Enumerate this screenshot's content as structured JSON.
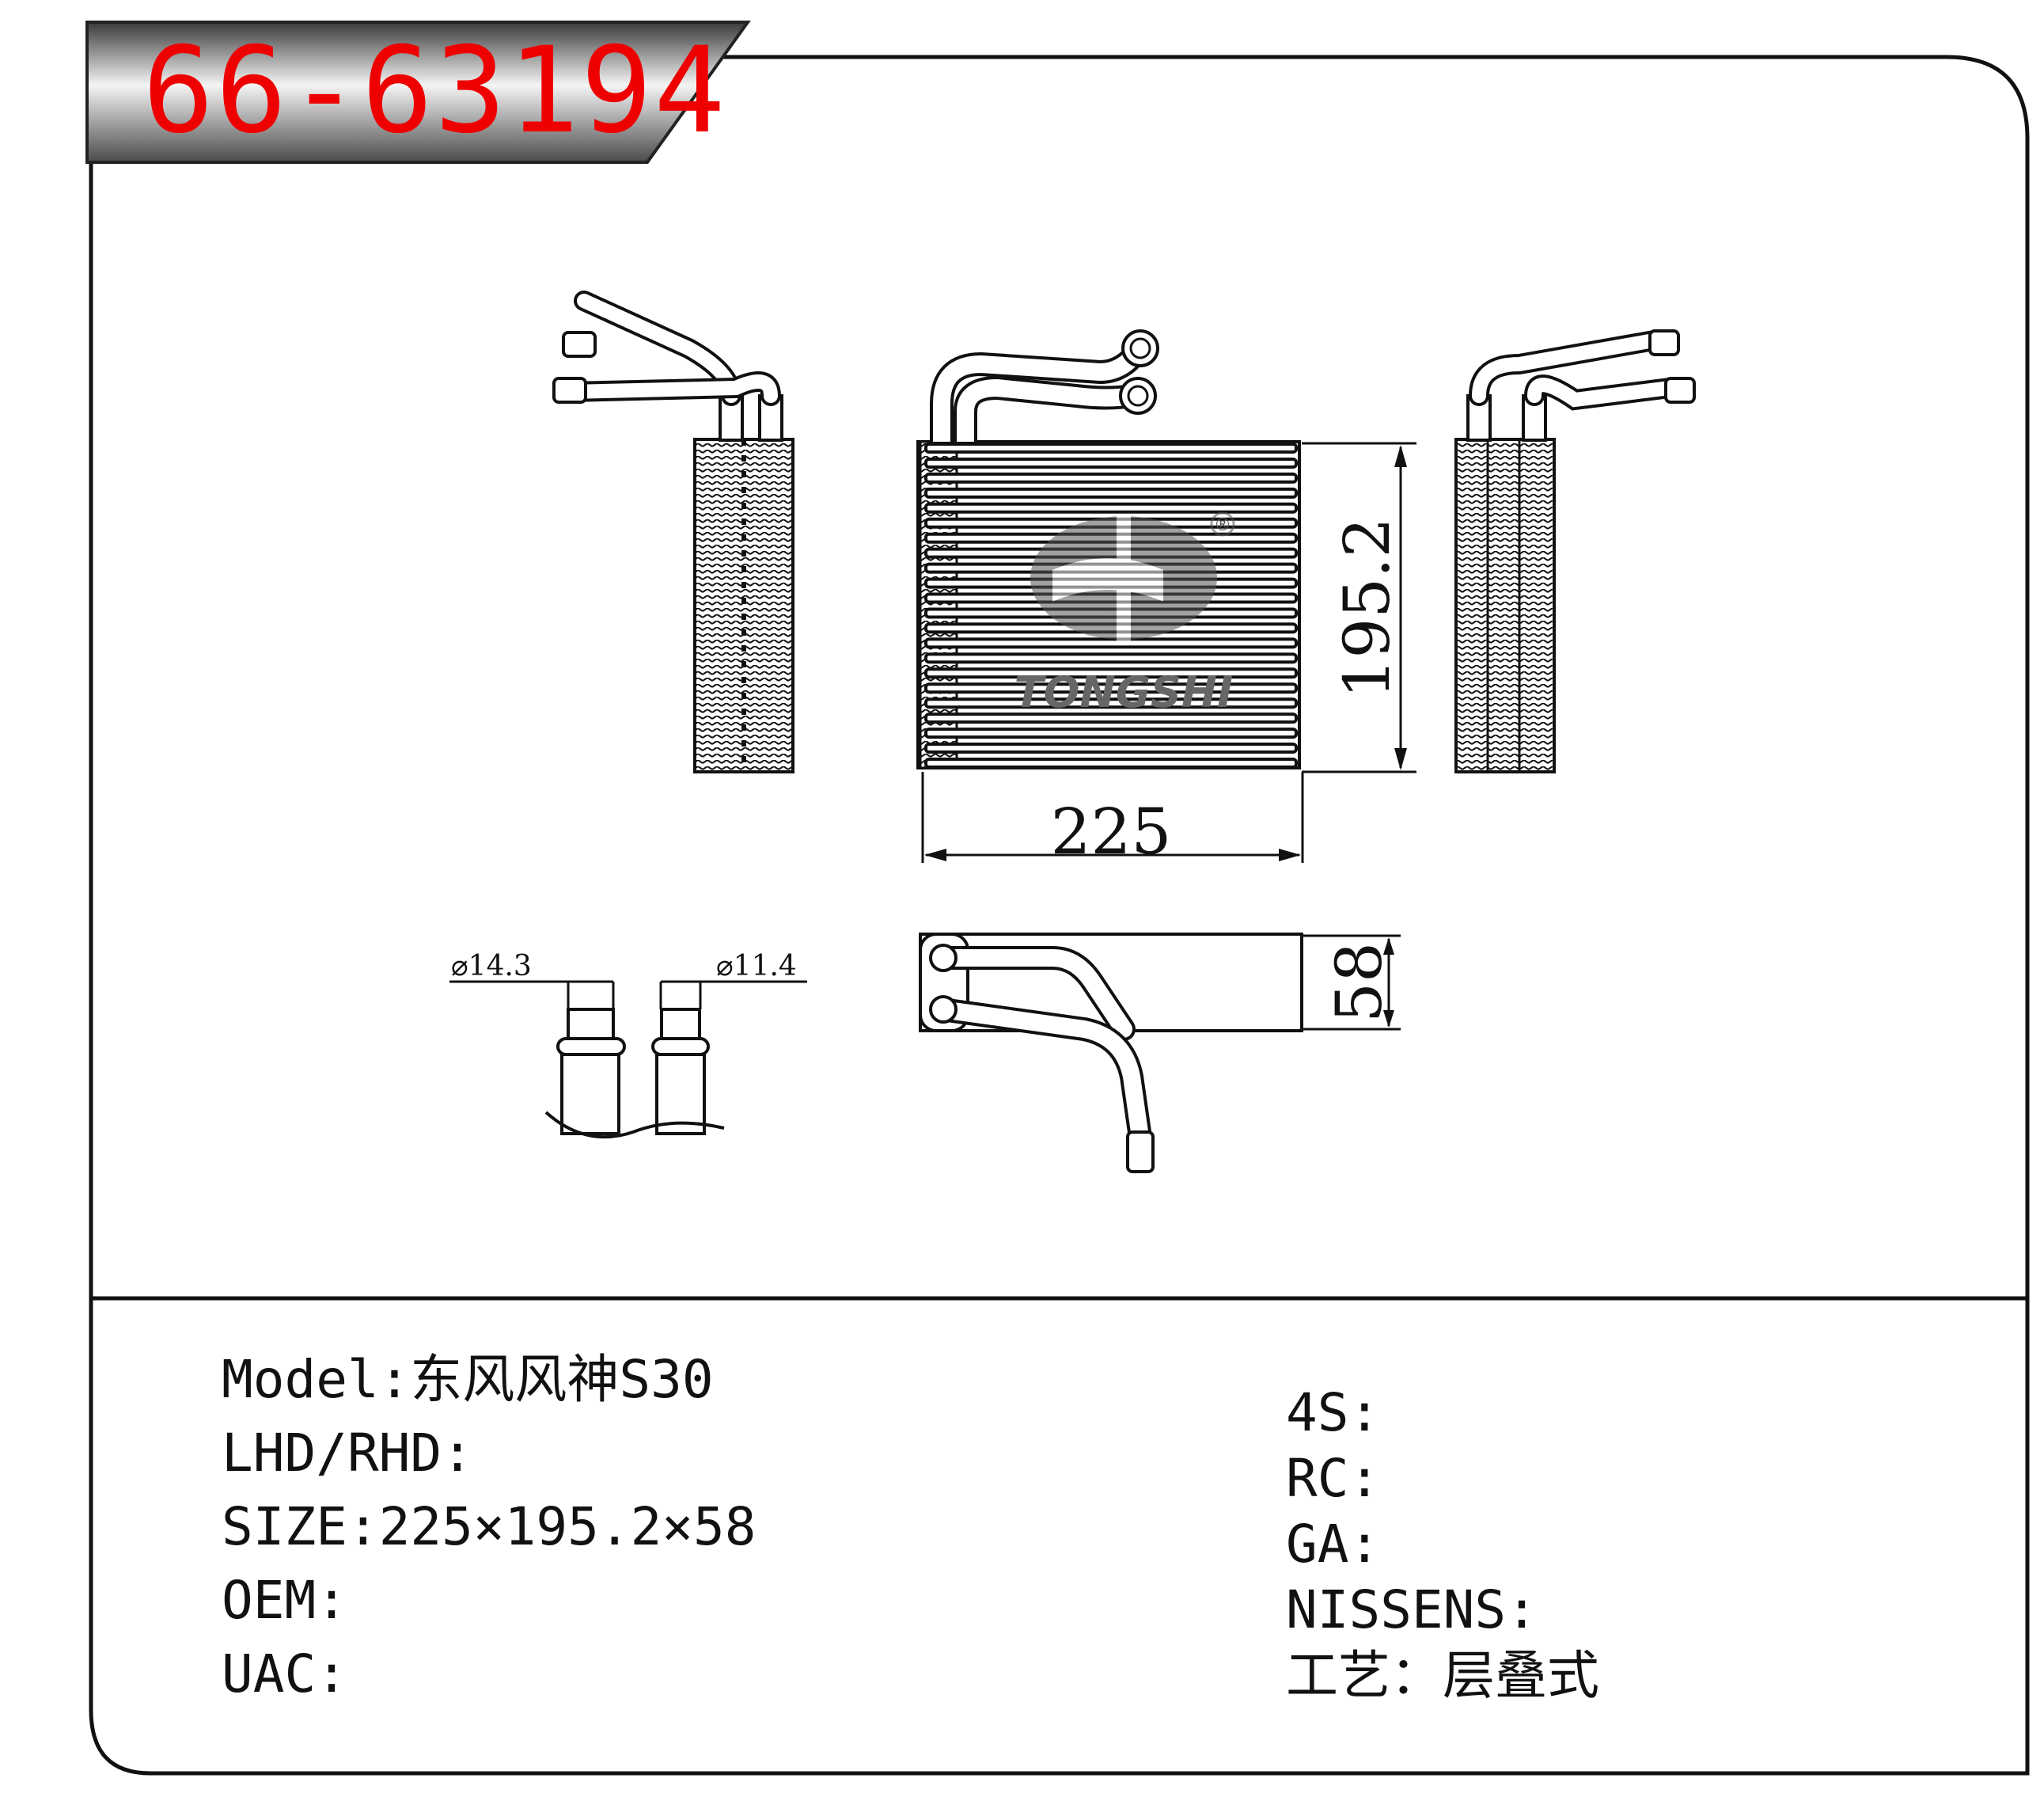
{
  "part_number": "66-63194",
  "dimensions": {
    "width": "225",
    "height": "195.2",
    "depth": "58",
    "pipe_large": "⌀14.3",
    "pipe_small": "⌀11.4"
  },
  "logo": {
    "text": "TONGSHI",
    "mark": "®"
  },
  "specs_left": [
    {
      "label": "Model:",
      "value": "东风风神S30"
    },
    {
      "label": "LHD/RHD:",
      "value": ""
    },
    {
      "label": "SIZE:",
      "value": "225×195.2×58"
    },
    {
      "label": "OEM:",
      "value": ""
    },
    {
      "label": "UAC:",
      "value": ""
    }
  ],
  "specs_right": [
    {
      "label": "4S:",
      "value": ""
    },
    {
      "label": "RC:",
      "value": ""
    },
    {
      "label": "GA:",
      "value": ""
    },
    {
      "label": "NISSENS:",
      "value": ""
    },
    {
      "label": "工艺：",
      "value": "层叠式"
    }
  ],
  "colors": {
    "part_number": "#ee0000",
    "line": "#111111",
    "banner_dark": "#3a3a3a",
    "banner_light": "#f2f2f2"
  },
  "icons": [
    "evaporator-front-view",
    "evaporator-side-view",
    "evaporator-top-view",
    "pipe-detail"
  ]
}
